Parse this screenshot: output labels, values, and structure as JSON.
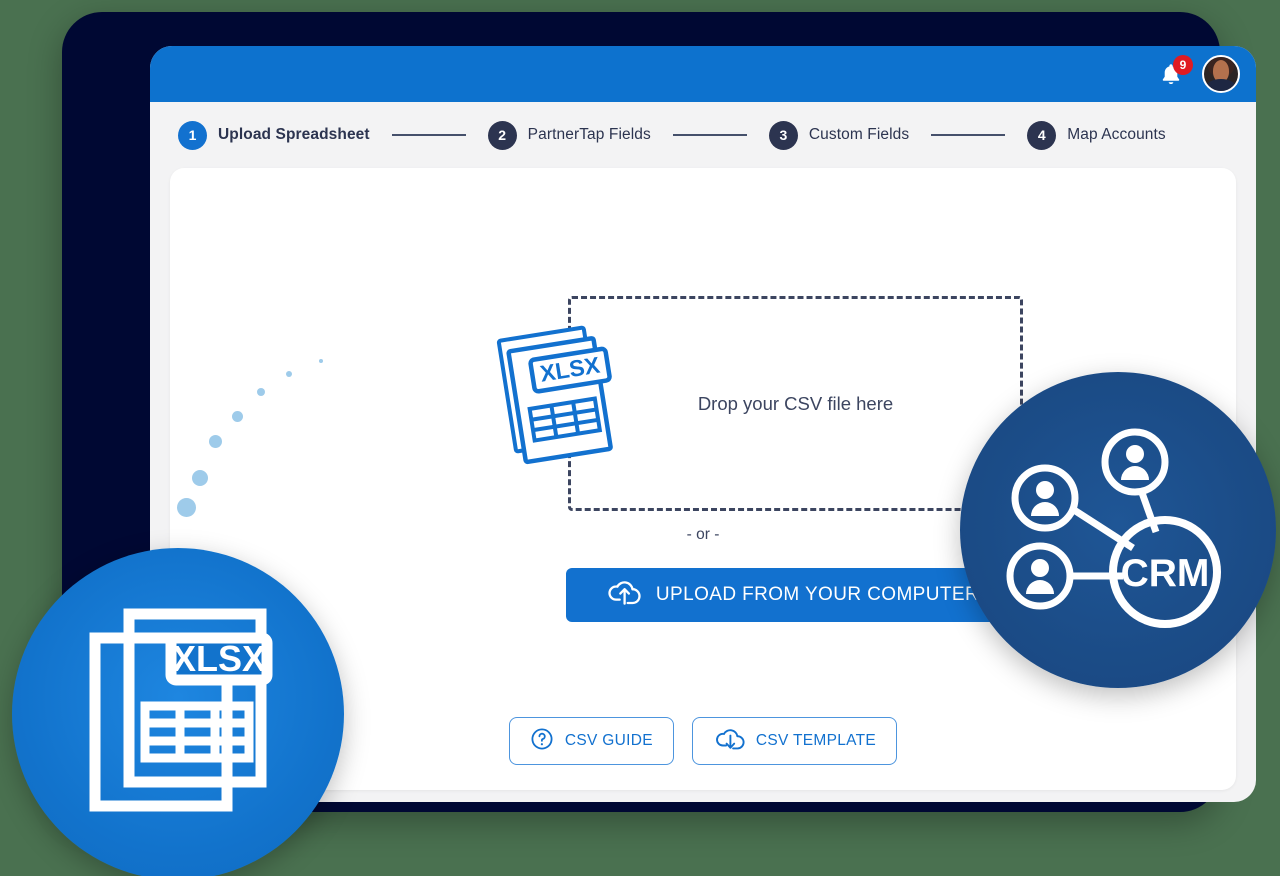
{
  "app": {
    "header": {
      "notifications": {
        "icon": "bell-icon",
        "badge_count": "9",
        "badge_color": "#e01b22"
      },
      "avatar": {
        "icon": "user-avatar",
        "alt": "User profile photo"
      },
      "background_color": "#0d72ce"
    },
    "stepper": {
      "steps": [
        {
          "number": "1",
          "label": "Upload Spreadsheet",
          "state": "active"
        },
        {
          "number": "2",
          "label": "PartnerTap Fields",
          "state": "inactive"
        },
        {
          "number": "3",
          "label": "Custom Fields",
          "state": "inactive"
        },
        {
          "number": "4",
          "label": "Map Accounts",
          "state": "inactive"
        }
      ],
      "active_color": "#1271cf",
      "inactive_color": "#2c3450"
    },
    "main": {
      "dropzone": {
        "text": "Drop your CSV file here",
        "border_style": "dashed",
        "border_color": "#3c4560"
      },
      "file_icon_label": "XLSX",
      "or_divider": "- or -",
      "upload_button": {
        "label": "UPLOAD FROM YOUR COMPUTER",
        "icon": "cloud-upload-icon",
        "color": "#1271cf"
      },
      "secondary_buttons": [
        {
          "label": "CSV GUIDE",
          "icon": "question-circle-icon"
        },
        {
          "label": "CSV TEMPLATE",
          "icon": "cloud-download-icon"
        }
      ]
    },
    "decorations": {
      "xlsx_badge": {
        "label": "XLSX",
        "icon": "spreadsheet-files-icon",
        "color": "#1273cc"
      },
      "crm_badge": {
        "label": "CRM",
        "icon": "network-people-icon",
        "color": "#1b4c87"
      }
    }
  }
}
